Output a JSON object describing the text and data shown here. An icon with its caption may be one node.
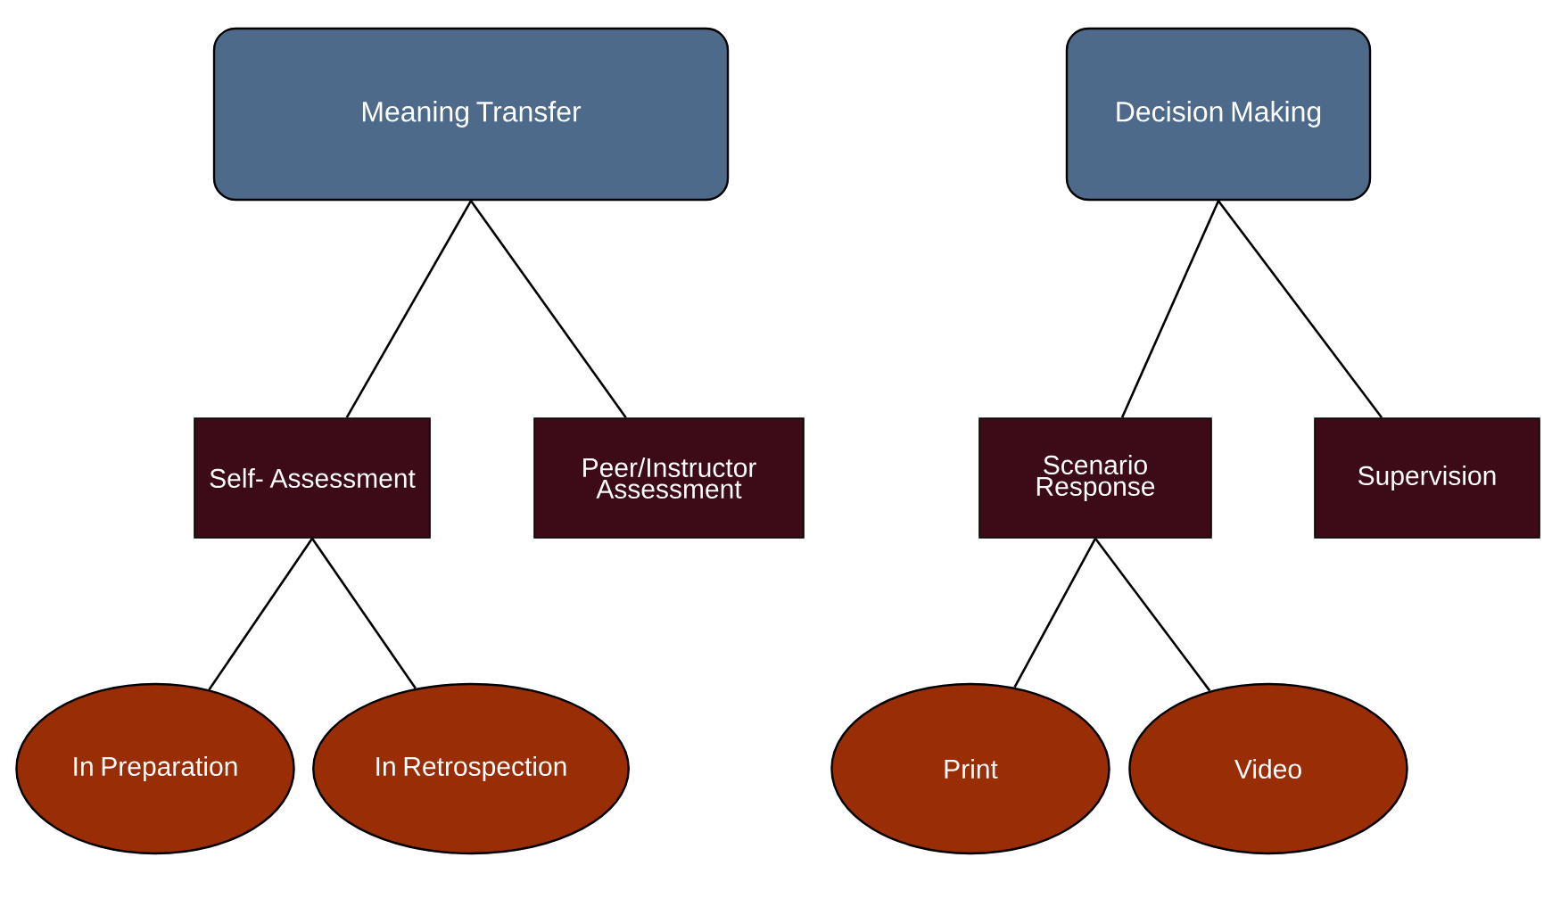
{
  "diagram": {
    "nodes": [
      {
        "text": [
          "Meaning Transfer"
        ]
      },
      {
        "text": [
          "Decision Making"
        ]
      },
      {
        "text": [
          "Self- Assessment"
        ]
      },
      {
        "text": [
          "Peer/Instructor Assessment"
        ]
      },
      {
        "text": [
          "Scenario Response"
        ]
      },
      {
        "text": [
          "Supervision"
        ]
      },
      {
        "text": [
          "In Preparation"
        ]
      },
      {
        "text": [
          "In Retrospection"
        ]
      },
      {
        "text": [
          "Print"
        ]
      },
      {
        "text": [
          "Video"
        ]
      }
    ],
    "edges": [
      {
        "from": 0,
        "to": 2,
        "arrow": "none"
      },
      {
        "from": 0,
        "to": 3,
        "arrow": "none"
      },
      {
        "from": 1,
        "to": 4,
        "arrow": "none"
      },
      {
        "from": 1,
        "to": 5,
        "arrow": "none"
      },
      {
        "from": 2,
        "to": 6,
        "arrow": "none"
      },
      {
        "from": 2,
        "to": 7,
        "arrow": "none"
      },
      {
        "from": 4,
        "to": 8,
        "arrow": "none"
      },
      {
        "from": 4,
        "to": 9,
        "arrow": "none"
      }
    ]
  }
}
